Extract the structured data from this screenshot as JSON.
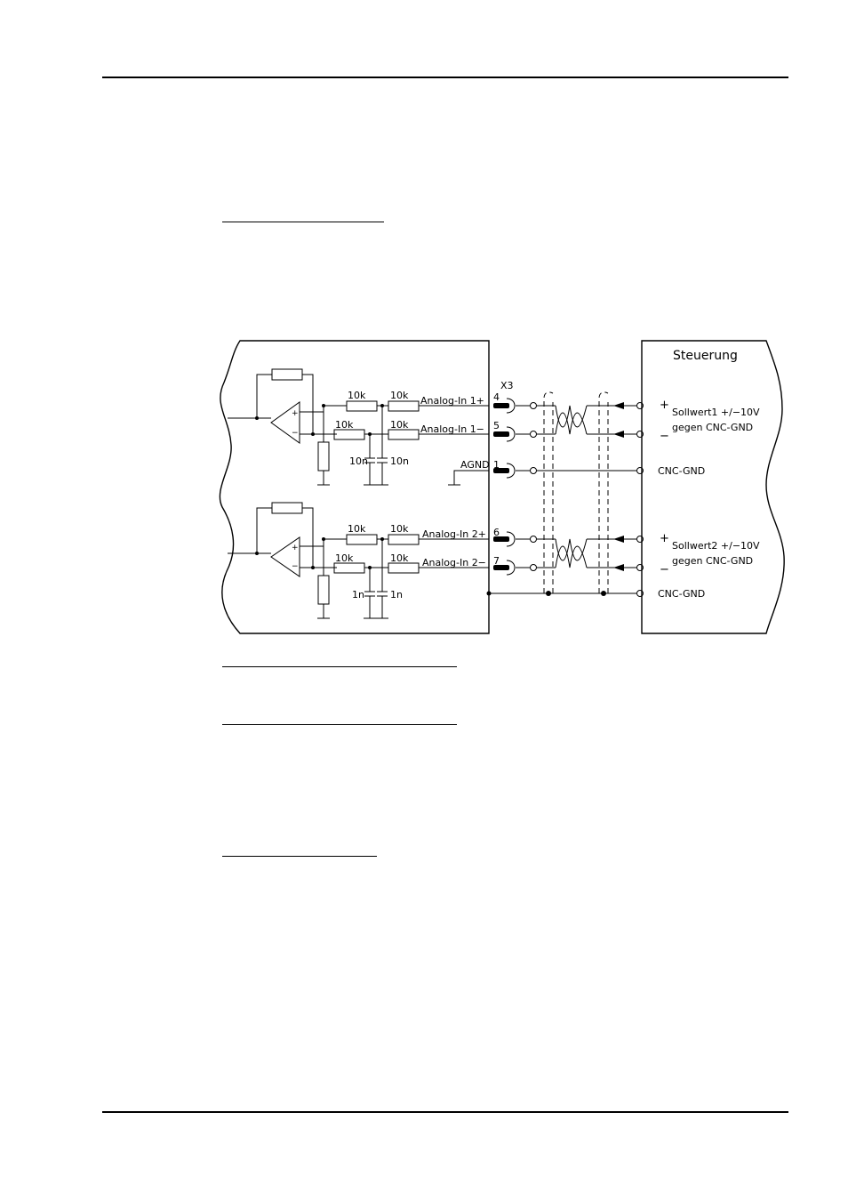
{
  "diagram": {
    "steuerung": "Steuerung",
    "connector": "X3",
    "r1a": "10k",
    "r1b": "10k",
    "r1c": "10k",
    "r1d": "10k",
    "r2a": "10k",
    "r2b": "10k",
    "r2c": "10k",
    "r2d": "10k",
    "c1a": "10n",
    "c1b": "10n",
    "c2a": "1n",
    "c2b": "1n",
    "ain1p": "Analog-In 1+",
    "ain1m": "Analog-In 1−",
    "ain2p": "Analog-In 2+",
    "ain2m": "Analog-In 2−",
    "agnd": "AGND",
    "pin4": "4",
    "pin5": "5",
    "pin1": "1",
    "pin6": "6",
    "pin7": "7",
    "plus1": "+",
    "minus1": "−",
    "plus2": "+",
    "minus2": "−",
    "sollwert1": "Sollwert1 +/−10V",
    "gegen1": "gegen CNC-GND",
    "sollwert2": "Sollwert2 +/−10V",
    "gegen2": "gegen CNC-GND",
    "cncgnd1": "CNC-GND",
    "cncgnd2": "CNC-GND",
    "opamp_plus1": "+",
    "opamp_minus1": "−",
    "opamp_plus2": "+",
    "opamp_minus2": "−"
  }
}
